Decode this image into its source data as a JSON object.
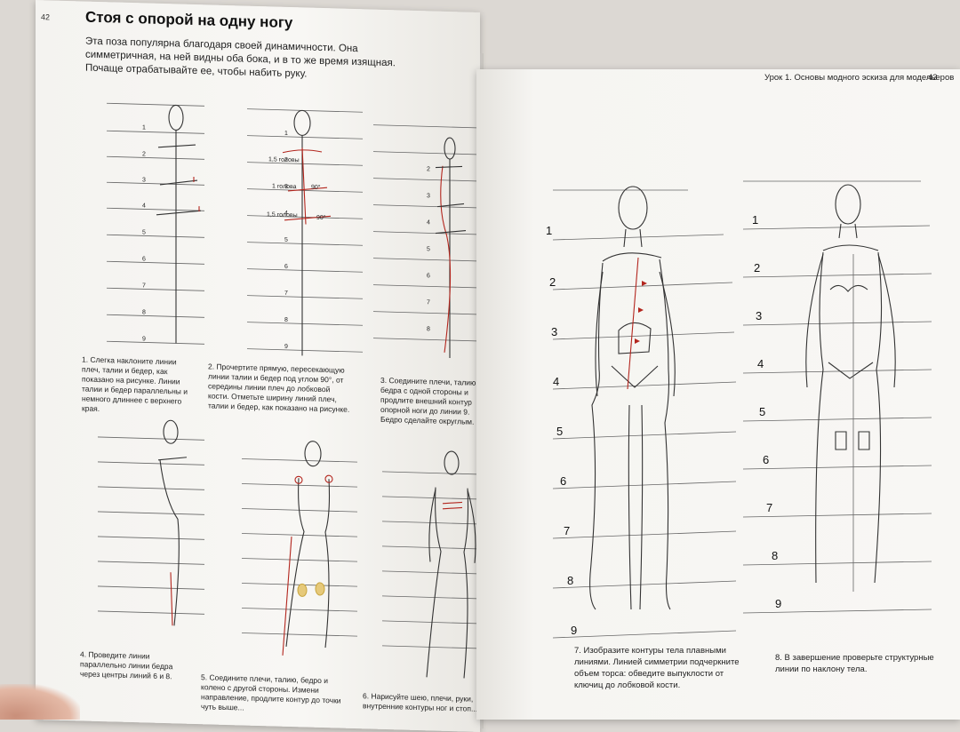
{
  "left_page": {
    "page_number": "42",
    "title": "Стоя с опорой на одну ногу",
    "intro": "Эта поза популярна благодаря своей динамичности. Она симметричная, на ней видны оба бока, и в то же время изящная. Почаще отрабатывайте ее, чтобы набить руку.",
    "labels": {
      "head_15_a": "1,5 головы",
      "head_1": "1 голова",
      "head_15_b": "1,5 головы",
      "angle": "90°"
    },
    "captions": {
      "step1": "1. Слегка наклоните линии плеч, талии и бедер, как показано на рисунке. Линии талии и бедер параллельны и немного длиннее с верхнего края.",
      "step2": "2. Прочертите прямую, пересекающую линии талии и бедер под углом 90°, от середины линии плеч до лобковой кости. Отметьте ширину линий плеч, талии и бедер, как показано на рисунке.",
      "step3": "3. Соедините плечи, талию и бедра с одной стороны и продлите внешний контур опорной ноги до линии 9. Бедро сделайте округлым.",
      "step4": "4. Проведите линии параллельно линии бедра через центры линий 6 и 8.",
      "step5": "5. Соедините плечи, талию, бедро и колено с другой стороны. Измени направление, продлите контур до точки чуть выше...",
      "step6": "6. Нарисуйте шею, плечи, руки, внутренние контуры ног и стоп..."
    }
  },
  "right_page": {
    "running_head": "Урок 1. Основы модного эскиза для модельеров",
    "page_number": "43",
    "captions": {
      "step7": "7. Изобразите контуры тела плавными линиями. Линией симметрии подчеркните объем торса: обведите выпуклости от ключиц до лобковой кости.",
      "step8": "8. В завершение проверьте структурные линии по наклону тела."
    }
  },
  "guide_numbers": [
    "1",
    "2",
    "3",
    "4",
    "5",
    "6",
    "7",
    "8",
    "9"
  ]
}
